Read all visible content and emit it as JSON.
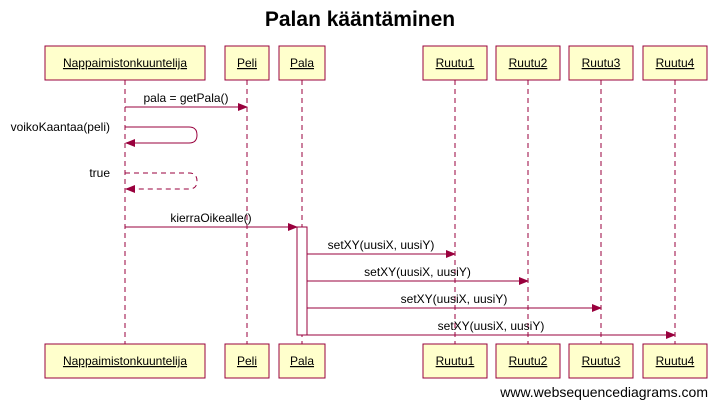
{
  "title": "Palan kääntäminen",
  "footer": "www.websequencediagrams.com",
  "colors": {
    "line": "#99003d",
    "box_fill": "#ffffcc",
    "text": "#000000"
  },
  "participants": [
    {
      "id": "nk",
      "label": "Nappaimistonkuuntelija"
    },
    {
      "id": "peli",
      "label": "Peli"
    },
    {
      "id": "pala",
      "label": "Pala"
    },
    {
      "id": "r1",
      "label": "Ruutu1"
    },
    {
      "id": "r2",
      "label": "Ruutu2"
    },
    {
      "id": "r3",
      "label": "Ruutu3"
    },
    {
      "id": "r4",
      "label": "Ruutu4"
    }
  ],
  "messages": [
    {
      "from": "nk",
      "to": "peli",
      "label": "pala = getPala()",
      "style": "solid"
    },
    {
      "from": "nk",
      "to": "nk",
      "label": "voikoKaantaa(peli)",
      "style": "solid"
    },
    {
      "from": "nk",
      "to": "nk",
      "label": "true",
      "style": "dashed"
    },
    {
      "from": "nk",
      "to": "pala",
      "label": "kierraOikealle()",
      "style": "solid"
    },
    {
      "from": "pala",
      "to": "r1",
      "label": "setXY(uusiX, uusiY)",
      "style": "solid"
    },
    {
      "from": "pala",
      "to": "r2",
      "label": "setXY(uusiX, uusiY)",
      "style": "solid"
    },
    {
      "from": "pala",
      "to": "r3",
      "label": "setXY(uusiX, uusiY)",
      "style": "solid"
    },
    {
      "from": "pala",
      "to": "r4",
      "label": "setXY(uusiX, uusiY)",
      "style": "solid"
    }
  ]
}
